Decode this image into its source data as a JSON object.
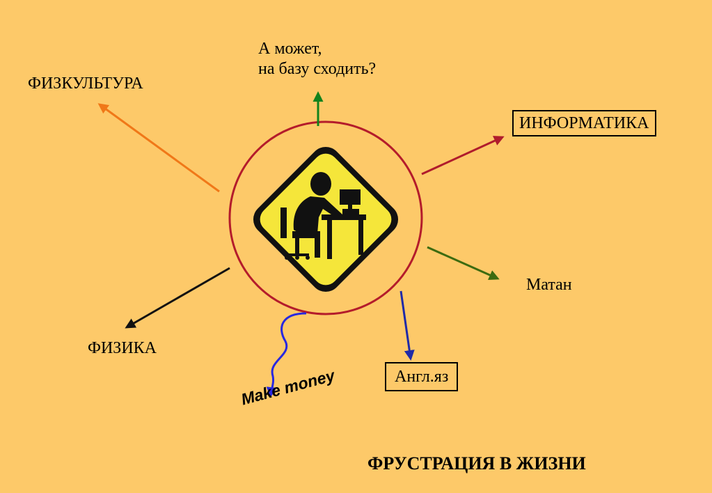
{
  "center": {
    "icon": "person-at-computer-warning-sign-icon",
    "ring_color": "#b41c2b",
    "sign_color": "#f5e63a"
  },
  "branches": {
    "question_line1": "А может,",
    "question_line2": "на базу сходить?",
    "phys_ed": "ФИЗКУЛЬТУРА",
    "informatics": "ИНФОРМАТИКА",
    "matan": "Матан",
    "physics": "ФИЗИКА",
    "english": "Англ.яз",
    "money": "Make money"
  },
  "arrow_colors": {
    "question": "#12821d",
    "phys_ed": "#f07818",
    "informatics": "#b01c2c",
    "matan": "#3d6b10",
    "physics": "#111111",
    "english": "#1f2aa8",
    "money": "#2828e0"
  },
  "title": "ФРУСТРАЦИЯ В ЖИЗНИ"
}
